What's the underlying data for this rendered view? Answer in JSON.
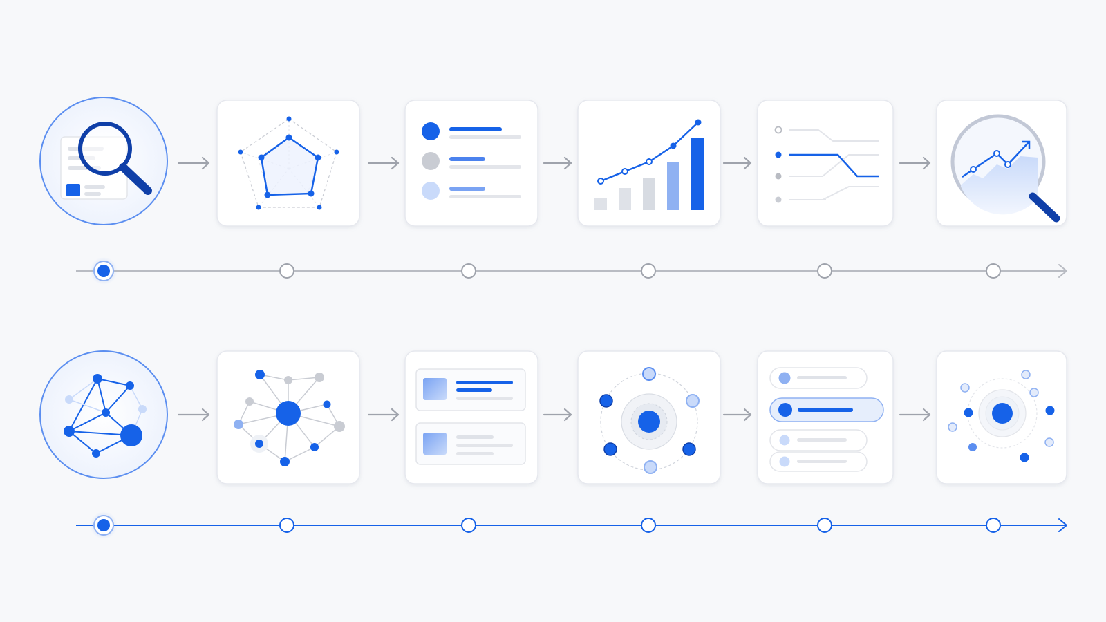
{
  "colors": {
    "background": "#f7f8fa",
    "primary": "#1662e8",
    "primary_dark": "#0f3fa8",
    "primary_light": "#8fb1f2",
    "primary_pale": "#c9dafa",
    "neutral": "#c9ccd3",
    "neutral_light": "#e3e5ea",
    "card": "#ffffff",
    "card_border": "#e6e8ee",
    "arrow": "#9fa3ac",
    "timeline_gray": "#b9bcc3"
  },
  "rows": [
    {
      "id": "analysis-flow",
      "start_icon": "document-search-icon",
      "steps": [
        "radar-chart-icon",
        "ranked-list-icon",
        "growth-chart-icon",
        "ranking-shift-icon",
        "trend-magnifier-icon"
      ],
      "timeline": {
        "style": "gray",
        "node_count": 6,
        "active_index": 0
      }
    },
    {
      "id": "network-flow",
      "start_icon": "network-graph-icon",
      "steps": [
        "hub-network-icon",
        "content-cards-icon",
        "orbit-cluster-icon",
        "selection-list-icon",
        "scatter-cluster-icon"
      ],
      "timeline": {
        "style": "blue",
        "node_count": 6,
        "active_index": 0
      }
    }
  ]
}
